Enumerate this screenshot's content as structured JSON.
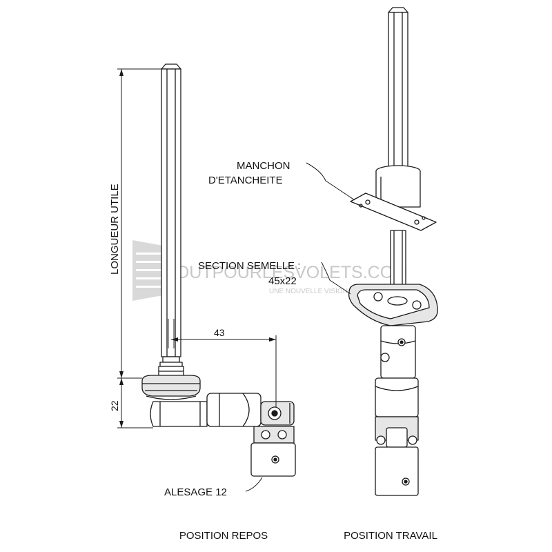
{
  "labels": {
    "manchon_line1": "MANCHON",
    "manchon_line2": "D'ETANCHEITE",
    "section_line1": "SECTION SEMELLE :",
    "section_line2": "45x22",
    "alesage": "ALESAGE 12",
    "longueur": "LONGUEUR UTILE",
    "dim_43": "43",
    "dim_22": "22",
    "position_repos": "POSITION REPOS",
    "position_travail": "POSITION TRAVAIL"
  },
  "watermark": {
    "title": "TOUTPOURLESVOLETS.COM",
    "tagline": "UNE NOUVELLE VISION DES VOLETS"
  },
  "colors": {
    "line": "#1a1a1a",
    "fill": "#ffffff",
    "shade": "#e6e6e6",
    "watermark": "#c8c8c8"
  }
}
